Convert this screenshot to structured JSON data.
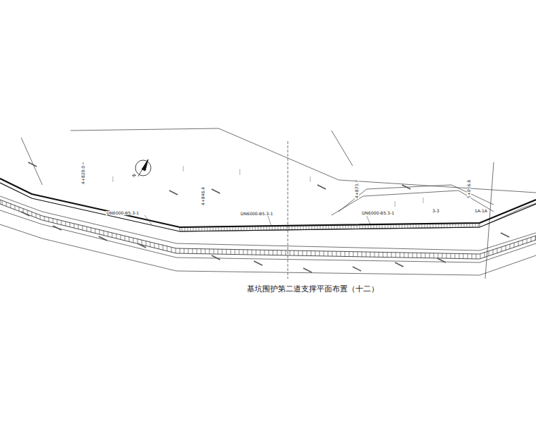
{
  "diagram": {
    "title": "基坑围护第二道支撑平面布置（十二）",
    "labels": [
      "N",
      "4+820.0",
      "4+846.4",
      "4+873.7",
      "5+056.8",
      "3-3",
      "1A-1A",
      "DN6000-B5.3-1",
      "DN6000-B5.3-1",
      "DN6000-B5.3-1"
    ]
  }
}
